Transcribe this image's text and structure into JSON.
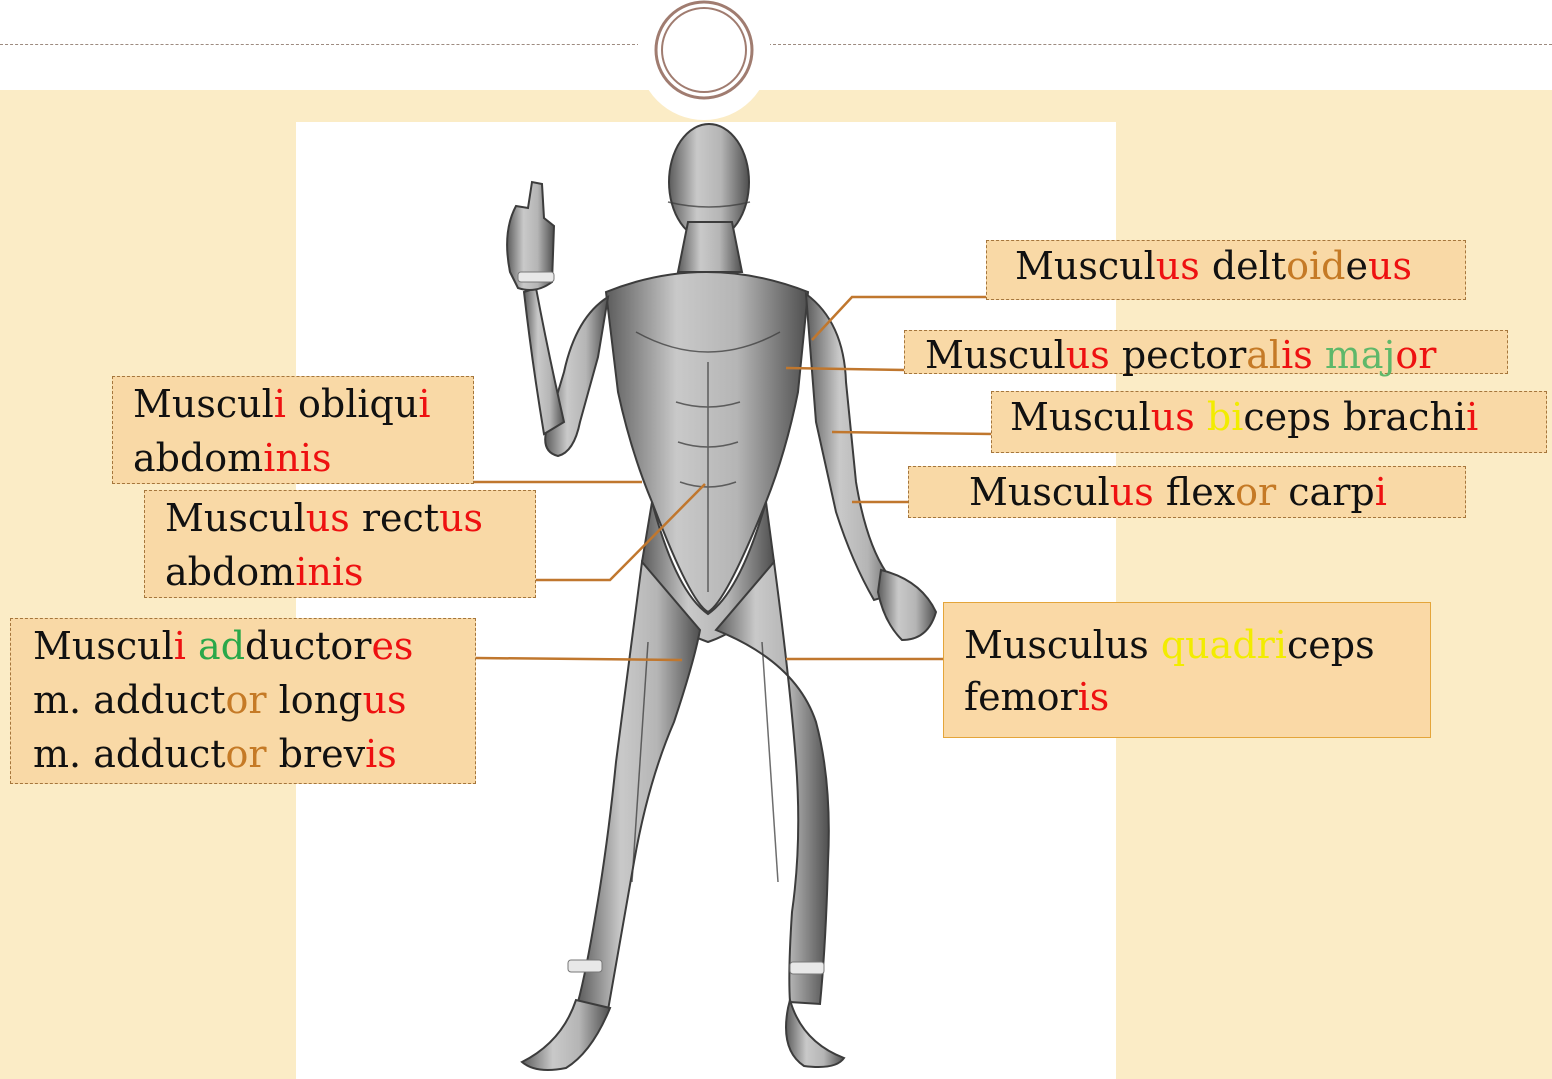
{
  "colors": {
    "background": "#fbecc6",
    "label_fill": "#f9d9a6",
    "label_border": "#a5763c",
    "leader_line": "#c0772e",
    "ending_red": "#ee1111",
    "ending_orange": "#c57a26",
    "ending_green": "#2aa84a",
    "ending_light_green": "#5fb86a",
    "ending_yellow": "#f2ec00"
  },
  "labels": [
    {
      "id": "deltoideus",
      "lines": [
        [
          [
            "k",
            "Muscul"
          ],
          [
            "r",
            "us"
          ],
          [
            "k",
            " delt"
          ],
          [
            "o",
            "oid"
          ],
          [
            "k",
            "e"
          ],
          [
            "r",
            "us"
          ]
        ]
      ]
    },
    {
      "id": "pectoralis",
      "lines": [
        [
          [
            "k",
            "Muscul"
          ],
          [
            "r",
            "us"
          ],
          [
            "k",
            " pector"
          ],
          [
            "o",
            "al"
          ],
          [
            "r",
            "is"
          ],
          [
            "k",
            " "
          ],
          [
            "lg",
            "maj"
          ],
          [
            "r",
            "or"
          ]
        ]
      ]
    },
    {
      "id": "biceps",
      "lines": [
        [
          [
            "k",
            "Muscul"
          ],
          [
            "r",
            "us"
          ],
          [
            "k",
            " "
          ],
          [
            "y",
            "bi"
          ],
          [
            "k",
            "ceps brachi"
          ],
          [
            "r",
            "i"
          ]
        ]
      ]
    },
    {
      "id": "flexor",
      "lines": [
        [
          [
            "k",
            "Muscul"
          ],
          [
            "r",
            "us"
          ],
          [
            "k",
            " flex"
          ],
          [
            "o",
            "or"
          ],
          [
            "k",
            " carp"
          ],
          [
            "r",
            "i"
          ]
        ]
      ]
    },
    {
      "id": "quadriceps",
      "lines": [
        [
          [
            "k",
            "Musculus "
          ],
          [
            "y",
            "quadri"
          ],
          [
            "k",
            "ceps"
          ]
        ],
        [
          [
            "k",
            "femor"
          ],
          [
            "r",
            "is"
          ]
        ]
      ]
    },
    {
      "id": "obliqui",
      "lines": [
        [
          [
            "k",
            "Muscul"
          ],
          [
            "r",
            "i"
          ],
          [
            "k",
            " obliqu"
          ],
          [
            "r",
            "i"
          ]
        ],
        [
          [
            "k",
            "abdom"
          ],
          [
            "r",
            "inis"
          ]
        ]
      ]
    },
    {
      "id": "rectus",
      "lines": [
        [
          [
            "k",
            "Muscul"
          ],
          [
            "r",
            "us"
          ],
          [
            "k",
            " rect"
          ],
          [
            "r",
            "us"
          ]
        ],
        [
          [
            "k",
            "abdom"
          ],
          [
            "r",
            "inis"
          ]
        ]
      ]
    },
    {
      "id": "adductores",
      "lines": [
        [
          [
            "k",
            "Muscul"
          ],
          [
            "r",
            "i"
          ],
          [
            "k",
            " "
          ],
          [
            "g",
            "ad"
          ],
          [
            "k",
            "ductor"
          ],
          [
            "r",
            "es"
          ]
        ],
        [
          [
            "k",
            "m. adduct"
          ],
          [
            "o",
            "or"
          ],
          [
            "k",
            " long"
          ],
          [
            "r",
            "us"
          ]
        ],
        [
          [
            "k",
            "m. adduct"
          ],
          [
            "o",
            "or"
          ],
          [
            "k",
            " brev"
          ],
          [
            "r",
            "is"
          ]
        ]
      ]
    }
  ]
}
